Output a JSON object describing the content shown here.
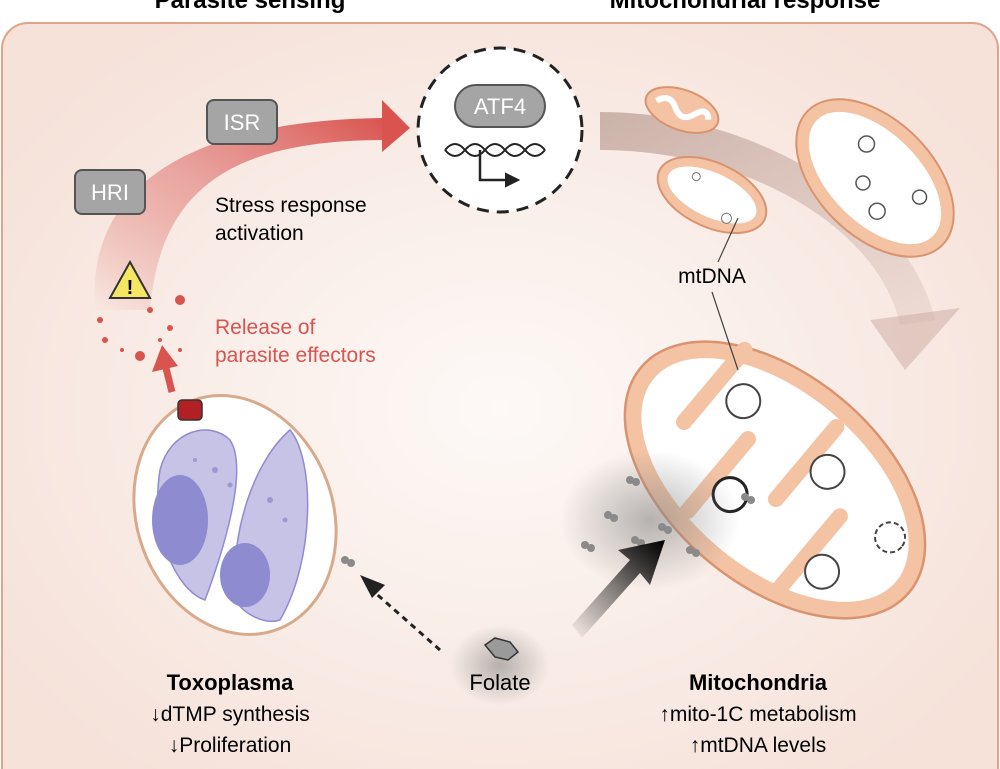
{
  "headers": {
    "left": "Parasite sensing",
    "right": "Mitochondrial response"
  },
  "labels": {
    "hri": "HRI",
    "isr": "ISR",
    "atf4": "ATF4",
    "stress_line1": "Stress response",
    "stress_line2": "activation",
    "release_line1": "Release of",
    "release_line2": "parasite effectors",
    "mtdna": "mtDNA",
    "folate": "Folate"
  },
  "toxoplasma": {
    "title": "Toxoplasma",
    "items": [
      "dTMP synthesis",
      "Proliferation"
    ],
    "direction": "down"
  },
  "mitochondria": {
    "title": "Mitochondria",
    "items": [
      "mito-1C metabolism",
      "mtDNA levels"
    ],
    "direction": "up"
  },
  "colors": {
    "accent_red": "#d9534f",
    "panel_bg": "#f8e9e2",
    "mito_fill": "#f3c3a4",
    "parasite": "#b8b4e0",
    "protein_gray": "#a3a3a3"
  }
}
